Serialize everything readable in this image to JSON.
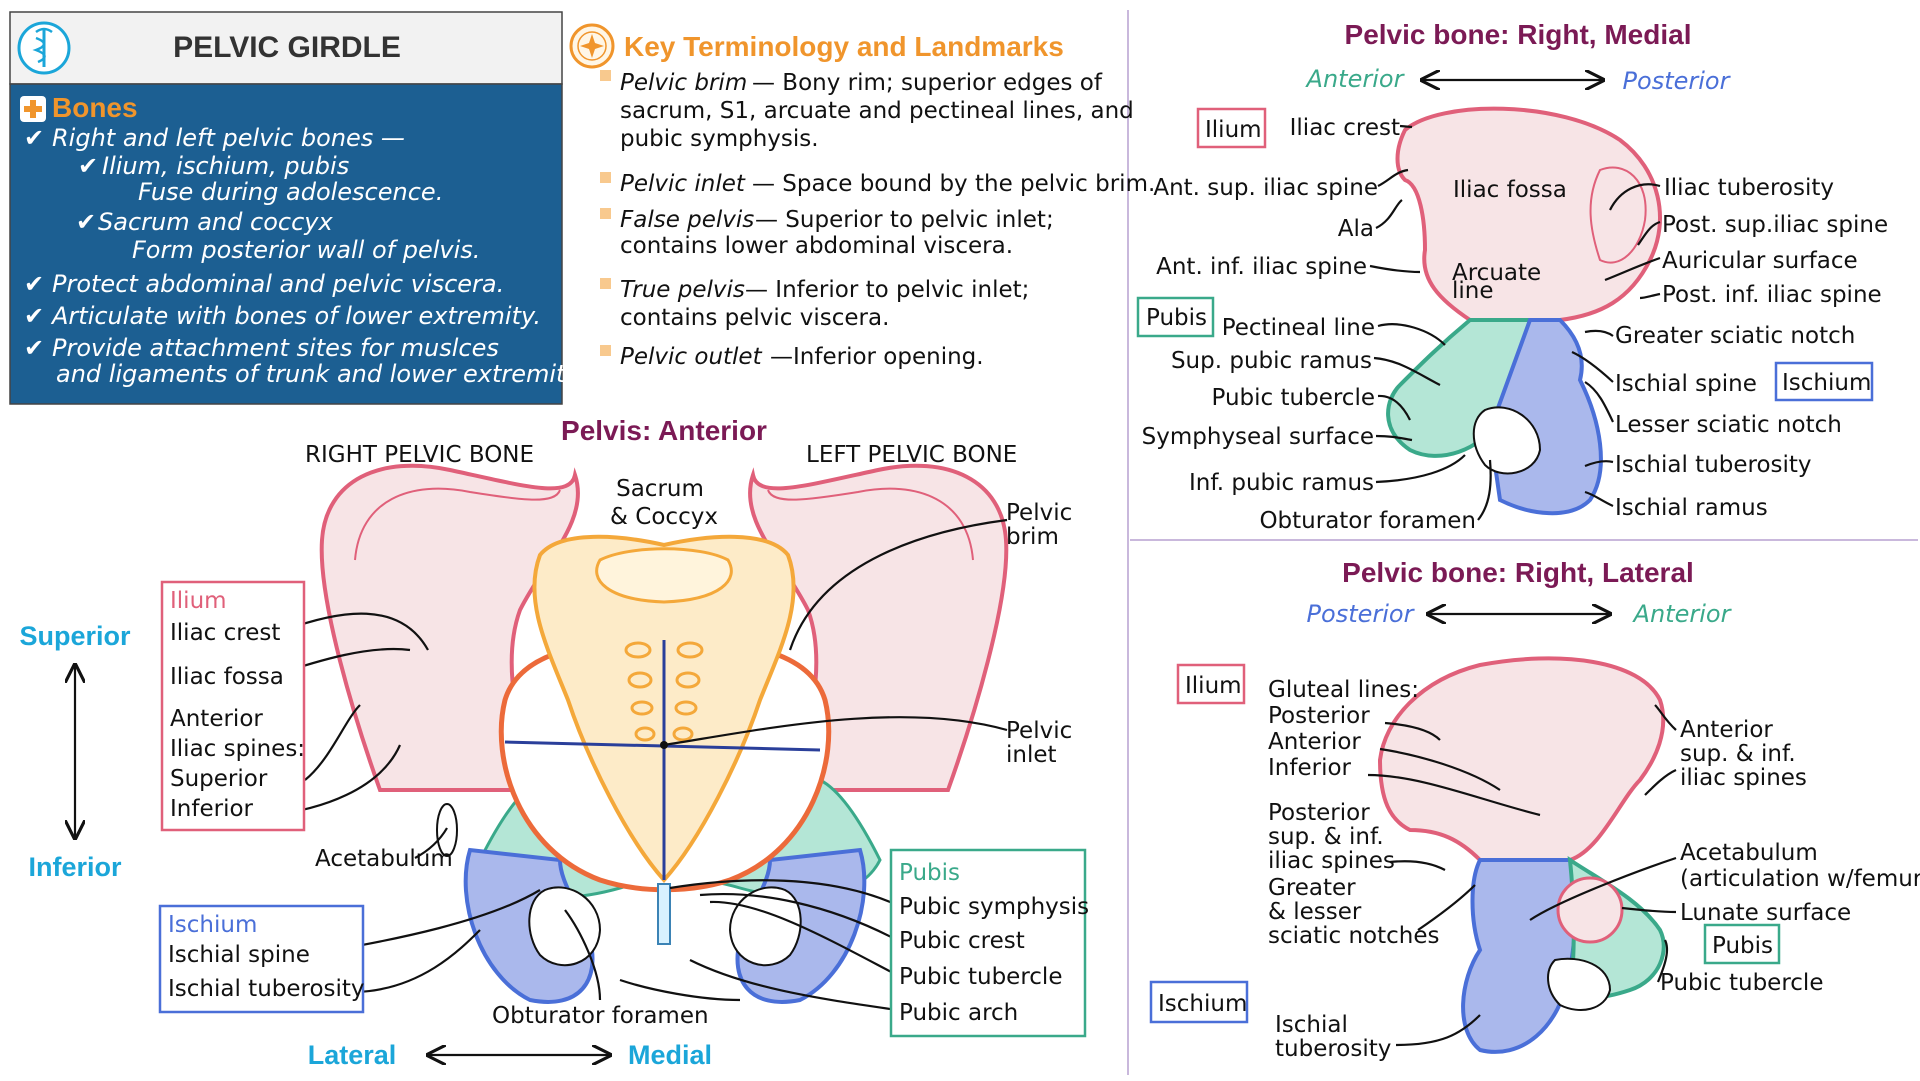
{
  "colors": {
    "ilium_fill": "#f7e4e6",
    "ilium_stroke": "#e0607a",
    "pubis_fill": "#b4e6d6",
    "pubis_stroke": "#3aa98a",
    "ischium_fill": "#aab8ec",
    "ischium_stroke": "#4a6fd8",
    "sacrum_fill": "#fdebc8",
    "sacrum_stroke": "#f4a83a",
    "brim_stroke": "#ec6a3a",
    "panel_bg": "#1c5f92",
    "heading_purple": "#7b1a55",
    "heading_orange": "#f0952c"
  },
  "header": {
    "title": "PELVIC GIRDLE",
    "icon": "caduceus-icon"
  },
  "bones_panel": {
    "heading": "Bones",
    "lines": [
      "Right and left pelvic bones —",
      "Ilium, ischium, pubis",
      "Fuse during adolescence.",
      "Sacrum and coccyx",
      "Form posterior wall of pelvis.",
      "Protect abdominal and pelvic viscera.",
      "Articulate with bones of lower extremity.",
      "Provide attachment sites for muslces",
      "and ligaments of trunk and lower extremity."
    ]
  },
  "terminology": {
    "heading": "Key Terminology and Landmarks",
    "icon": "compass-icon",
    "items": [
      {
        "term": "Pelvic brim",
        "def1": "—  Bony rim; superior edges of",
        "def2": "sacrum, S1, arcuate and pectineal lines, and",
        "def3": "pubic symphysis."
      },
      {
        "term": "Pelvic inlet",
        "def1": "— Space bound by the pelvic brim.",
        "def2": "",
        "def3": ""
      },
      {
        "term": "False pelvis",
        "def1": "— Superior to pelvic inlet;",
        "def2": "contains lower abdominal viscera.",
        "def3": ""
      },
      {
        "term": "True pelvis",
        "def1": "— Inferior to pelvic inlet;",
        "def2": "contains pelvic viscera.",
        "def3": ""
      },
      {
        "term": "Pelvic outlet",
        "def1": "—Inferior opening.",
        "def2": "",
        "def3": ""
      }
    ]
  },
  "anterior_view": {
    "title": "Pelvis: Anterior",
    "right_bone": "RIGHT PELVIC BONE",
    "left_bone": "LEFT PELVIC BONE",
    "sacrum": [
      "Sacrum",
      "& Coccyx"
    ],
    "pelvic_brim": [
      "Pelvic",
      "brim"
    ],
    "pelvic_inlet": [
      "Pelvic",
      "inlet"
    ],
    "acetabulum": "Acetabulum",
    "obturator": "Obturator foramen",
    "superior": "Superior",
    "inferior": "Inferior",
    "lateral": "Lateral",
    "medial": "Medial",
    "ilium_box": {
      "title": "Ilium",
      "items": [
        "Iliac crest",
        "Iliac fossa",
        "Anterior",
        "Iliac spines:",
        "Superior",
        "Inferior"
      ]
    },
    "ischium_box": {
      "title": "Ischium",
      "items": [
        "Ischial spine",
        "Ischial tuberosity"
      ]
    },
    "pubis_box": {
      "title": "Pubis",
      "items": [
        "Pubic symphysis",
        "Pubic crest",
        "Pubic tubercle",
        "Pubic arch"
      ]
    }
  },
  "medial_view": {
    "title": "Pelvic bone: Right, Medial",
    "anterior": "Anterior",
    "posterior": "Posterior",
    "ilium_tag": "Ilium",
    "pubis_tag": "Pubis",
    "ischium_tag": "Ischium",
    "left_labels": [
      "Iliac crest",
      "Ant. sup. iliac spine",
      "Ala",
      "Ant. inf. iliac spine",
      "Pectineal line",
      "Sup. pubic ramus",
      "Pubic tubercle",
      "Symphyseal surface",
      "Inf. pubic ramus",
      "Obturator foramen"
    ],
    "inner_labels": [
      "Iliac fossa",
      "Arcuate",
      "line"
    ],
    "right_labels": [
      "Iliac tuberosity",
      "Post. sup.iliac spine",
      "Auricular surface",
      "Post. inf. iliac spine",
      "Greater sciatic notch",
      "Ischial spine",
      "Lesser sciatic notch",
      "Ischial tuberosity",
      "Ischial ramus"
    ]
  },
  "lateral_view": {
    "title": "Pelvic bone: Right, Lateral",
    "posterior": "Posterior",
    "anterior": "Anterior",
    "ilium_tag": "Ilium",
    "pubis_tag": "Pubis",
    "ischium_tag": "Ischium",
    "left_labels": [
      "Gluteal lines:",
      "Posterior",
      "Anterior",
      "Inferior",
      "Posterior",
      "sup. & inf.",
      "iliac spines",
      "Greater",
      "& lesser",
      "sciatic notches",
      "Ischial",
      "tuberosity"
    ],
    "right_labels": [
      "Anterior",
      "sup. & inf.",
      "iliac spines",
      "Acetabulum",
      "(articulation w/femur)",
      "Lunate surface",
      "Pubic tubercle"
    ]
  }
}
